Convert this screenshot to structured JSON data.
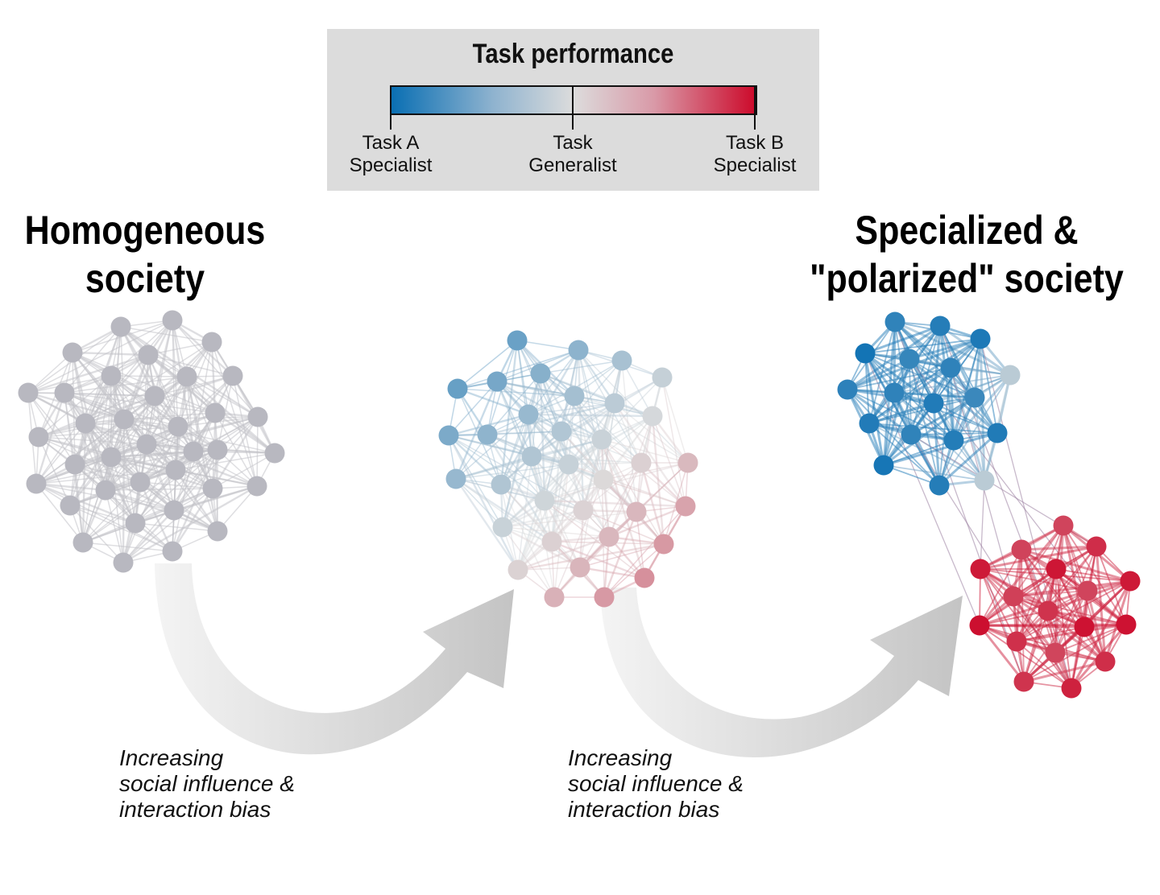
{
  "legend": {
    "title": "Task performance",
    "ticks": [
      {
        "line1": "Task A",
        "line2": "Specialist"
      },
      {
        "line1": "Task",
        "line2": "Generalist"
      },
      {
        "line1": "Task B",
        "line2": "Specialist"
      }
    ],
    "colors": {
      "task_a": "#0a6fb3",
      "generalist": "#dcdcdc",
      "task_b": "#cc0a2b",
      "neutral": "#b8b8c0"
    }
  },
  "headings": {
    "left": {
      "line1": "Homogeneous",
      "line2": "society"
    },
    "right": {
      "line1": "Specialized &",
      "line2": "\"polarized\" society"
    }
  },
  "captions": [
    {
      "line1": "Increasing",
      "line2": "social influence &",
      "line3": "interaction bias"
    },
    {
      "line1": "Increasing",
      "line2": "social influence &",
      "line3": "interaction bias"
    }
  ]
}
